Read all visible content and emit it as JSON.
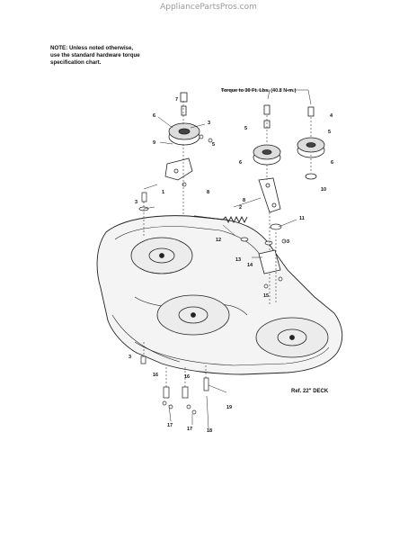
{
  "watermark": "AppliancePartsPros.com",
  "note": {
    "line1": "NOTE: Unless noted otherwise,",
    "line2": "use the standard hardware torque",
    "line3": "specification chart."
  },
  "torque_callout": "Torque to 30 Ft. Lbs. (40.8 N•m.)",
  "reference": "Ref. 22\" DECK",
  "callouts": [
    "1",
    "2",
    "3",
    "4",
    "5",
    "6",
    "7",
    "8",
    "9",
    "10",
    "11",
    "12",
    "13",
    "14",
    "15",
    "16",
    "17",
    "18",
    "19"
  ]
}
